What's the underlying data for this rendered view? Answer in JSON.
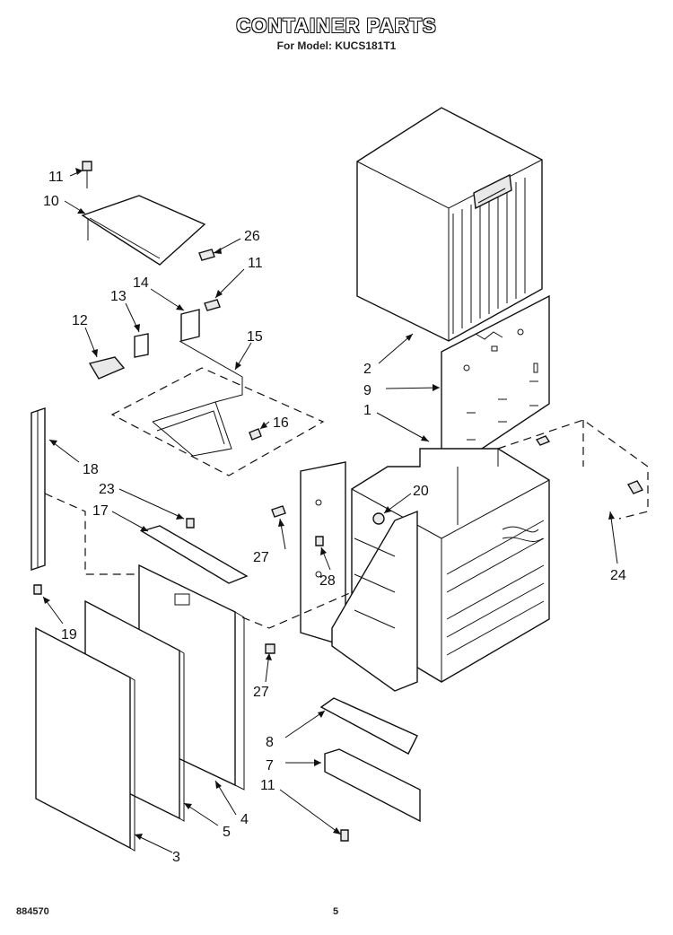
{
  "title": "CONTAINER PARTS",
  "subtitle": "For Model: KUCS181T1",
  "footer": {
    "doc_number": "884570",
    "page_number": "5"
  },
  "callouts": [
    "11",
    "10",
    "26",
    "14",
    "11",
    "13",
    "12",
    "15",
    "16",
    "18",
    "23",
    "17",
    "19",
    "3",
    "5",
    "4",
    "2",
    "9",
    "1",
    "20",
    "27",
    "28",
    "24",
    "27",
    "8",
    "7",
    "11"
  ]
}
